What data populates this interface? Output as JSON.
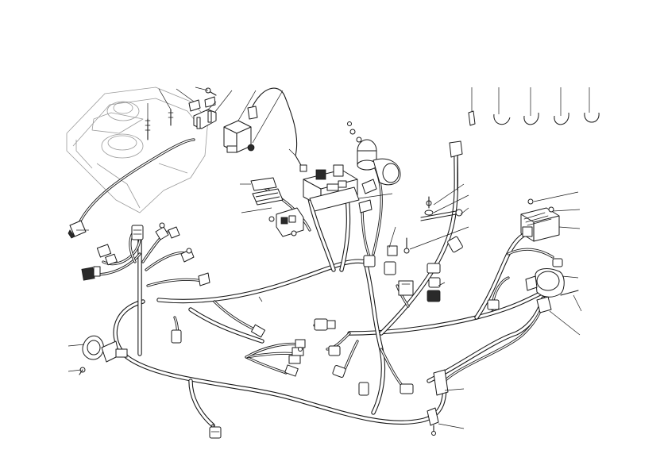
{
  "diagram": {
    "leader_count": 34,
    "labels": []
  },
  "components": [
    "fuel-tank-outline",
    "main-wiring-harness",
    "ignition-coil-left",
    "ignition-coil-right",
    "voltage-regulator",
    "starter-relay",
    "fuse-box",
    "fuse-cover",
    "headlight-connector",
    "horn",
    "sensor-plugs",
    "cable-clips"
  ],
  "colors": {
    "line": "#1a1a1a",
    "ghost_outline": "#9a9a9a",
    "background": "#ffffff"
  }
}
